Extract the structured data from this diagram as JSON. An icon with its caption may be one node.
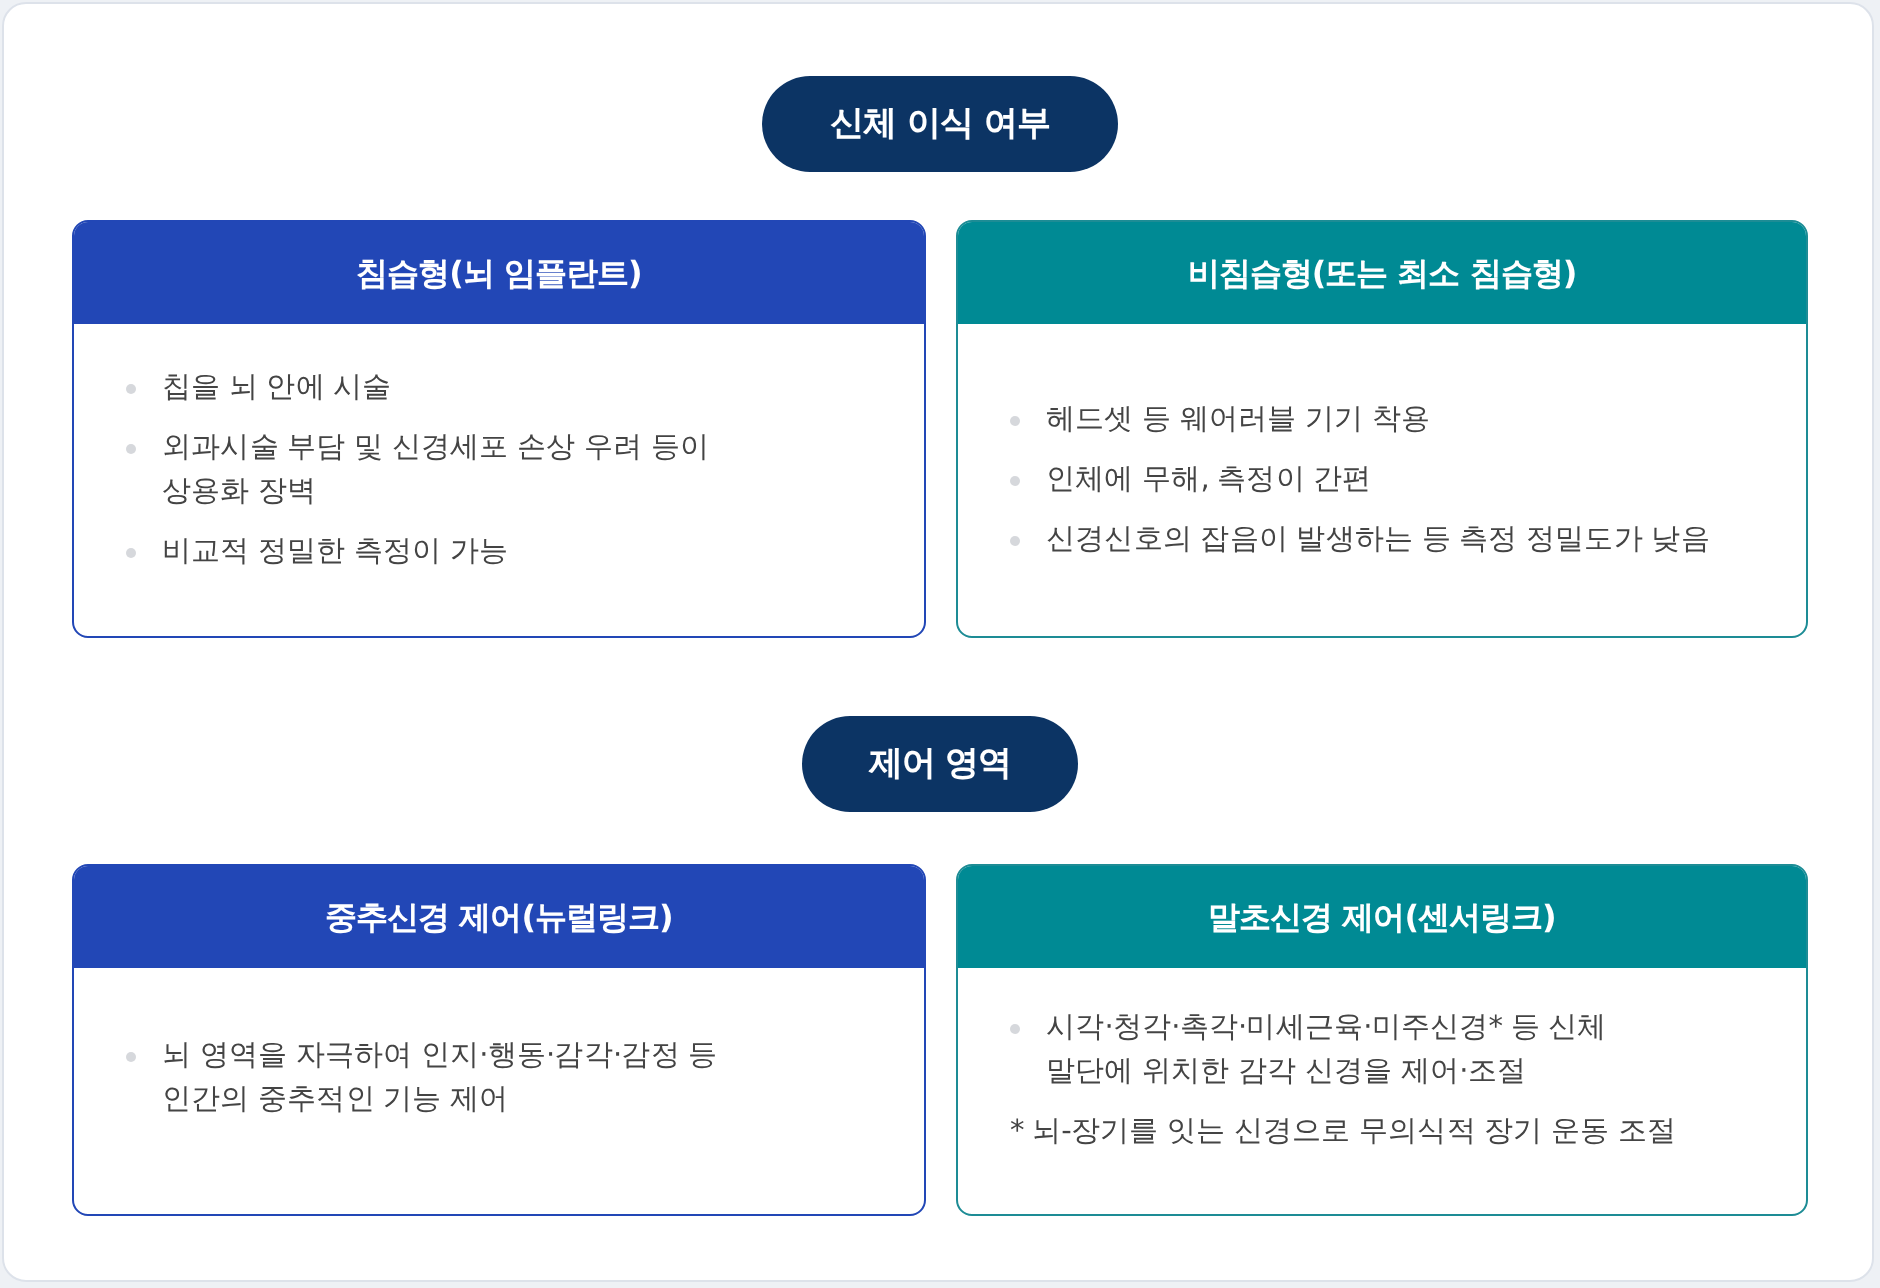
{
  "diagram": {
    "nodes": [
      {
        "text": [
          "신체 이식 여부"
        ]
      },
      {
        "text": [
          "침습형(뇌 임플란트)",
          "칩을 뇌 안에 시술",
          "외과시술 부담 및 신경세포 손상 우려 등이 상용화 장벽",
          "비교적 정밀한 측정이 가능"
        ]
      },
      {
        "text": [
          "비침습형(또는 최소 침습형)",
          "헤드셋 등 웨어러블 기기 착용",
          "인체에 무해, 측정이 간편",
          "신경신호의 잡음이 발생하는 등 측정 정밀도가 낮음"
        ]
      },
      {
        "text": [
          "제어 영역"
        ]
      },
      {
        "text": [
          "중추신경 제어(뉴럴링크)",
          "뇌 영역을 자극하여 인지·행동·감각·감정 등 인간의 중추적인 기능 제어"
        ]
      },
      {
        "text": [
          "말초신경 제어(센서링크)",
          "시각·청각·촉각·미세근육·미주신경* 등 신체 말단에 위치한 감각 신경을 제어·조절",
          "* 뇌-장기를 잇는 신경으로 무의식적 장기 운동 조절"
        ]
      }
    ]
  }
}
